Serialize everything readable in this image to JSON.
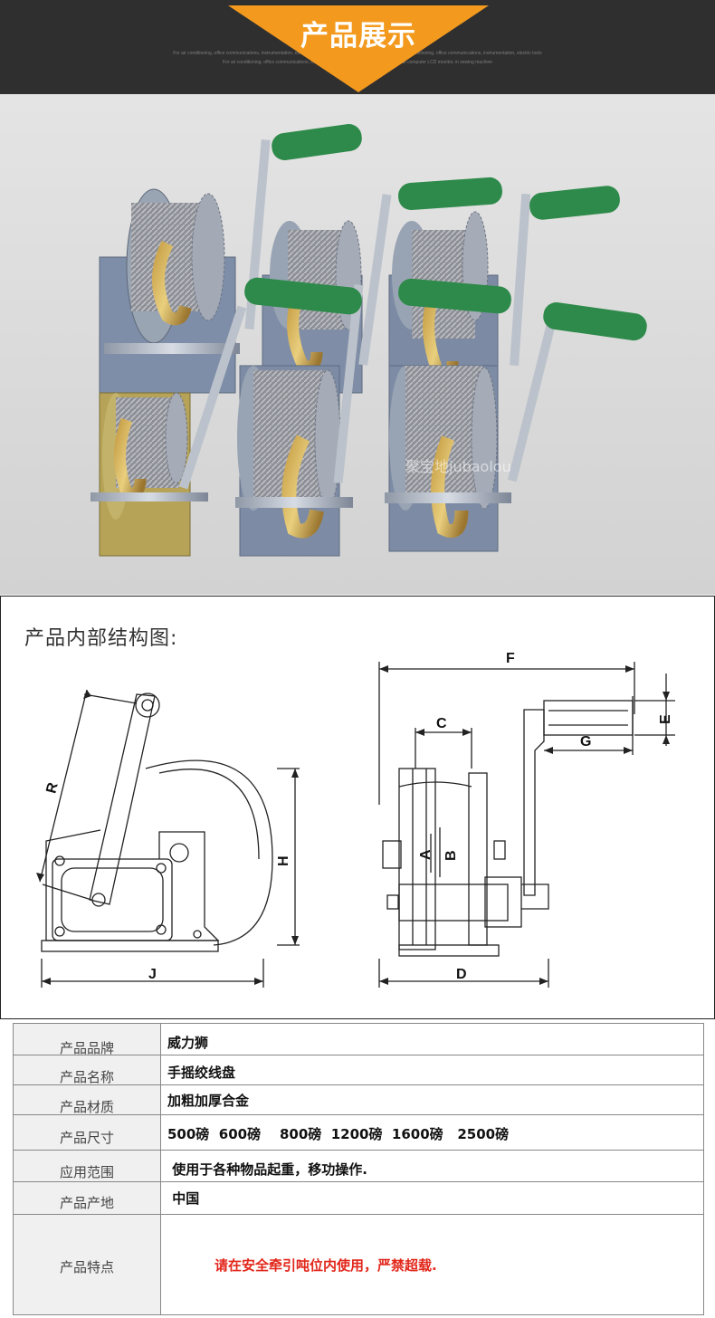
{
  "header": {
    "title": "产品展示",
    "fine_text_line1": "For air conditioning, office communications, instrumentation, electric tools, work as a variety ... router, machine For air conditioning, office communications, instrumentation, electric tools",
    "fine_text_line2": "For air conditioning, office communications, instrumentation, electric ... country for notebook computer LCD monitor, in sewing machine",
    "banner_color": "#f39a1e",
    "background_color": "#2f2f2f"
  },
  "photo": {
    "description_icon": "hand-winch-photo",
    "watermark": "聚宝地jubaolou"
  },
  "diagram": {
    "title": "产品内部结构图:",
    "labels": {
      "R": "R",
      "H": "H",
      "J": "J",
      "C": "C",
      "F": "F",
      "G": "G",
      "E": "E",
      "A": "A",
      "B": "B",
      "D": "D"
    }
  },
  "spec_table": {
    "rows": [
      {
        "label": "产品品牌",
        "value": "威力狮",
        "highlight": false
      },
      {
        "label": "产品名称",
        "value": "手摇绞线盘",
        "highlight": false
      },
      {
        "label": "产品材质",
        "value": "加粗加厚合金",
        "highlight": false
      },
      {
        "label": "产品尺寸",
        "value": "500磅  600磅    800磅  1200磅  1600磅   2500磅",
        "highlight": false
      },
      {
        "label": "应用范围",
        "value": " 使用于各种物品起重，移功操作.",
        "highlight": false
      },
      {
        "label": "产品产地",
        "value": " 中国",
        "highlight": false
      },
      {
        "label": "产品特点",
        "value": "请在安全牵引吨位内使用，严禁超载.",
        "highlight": true
      }
    ],
    "highlight_color": "#e2261a"
  }
}
